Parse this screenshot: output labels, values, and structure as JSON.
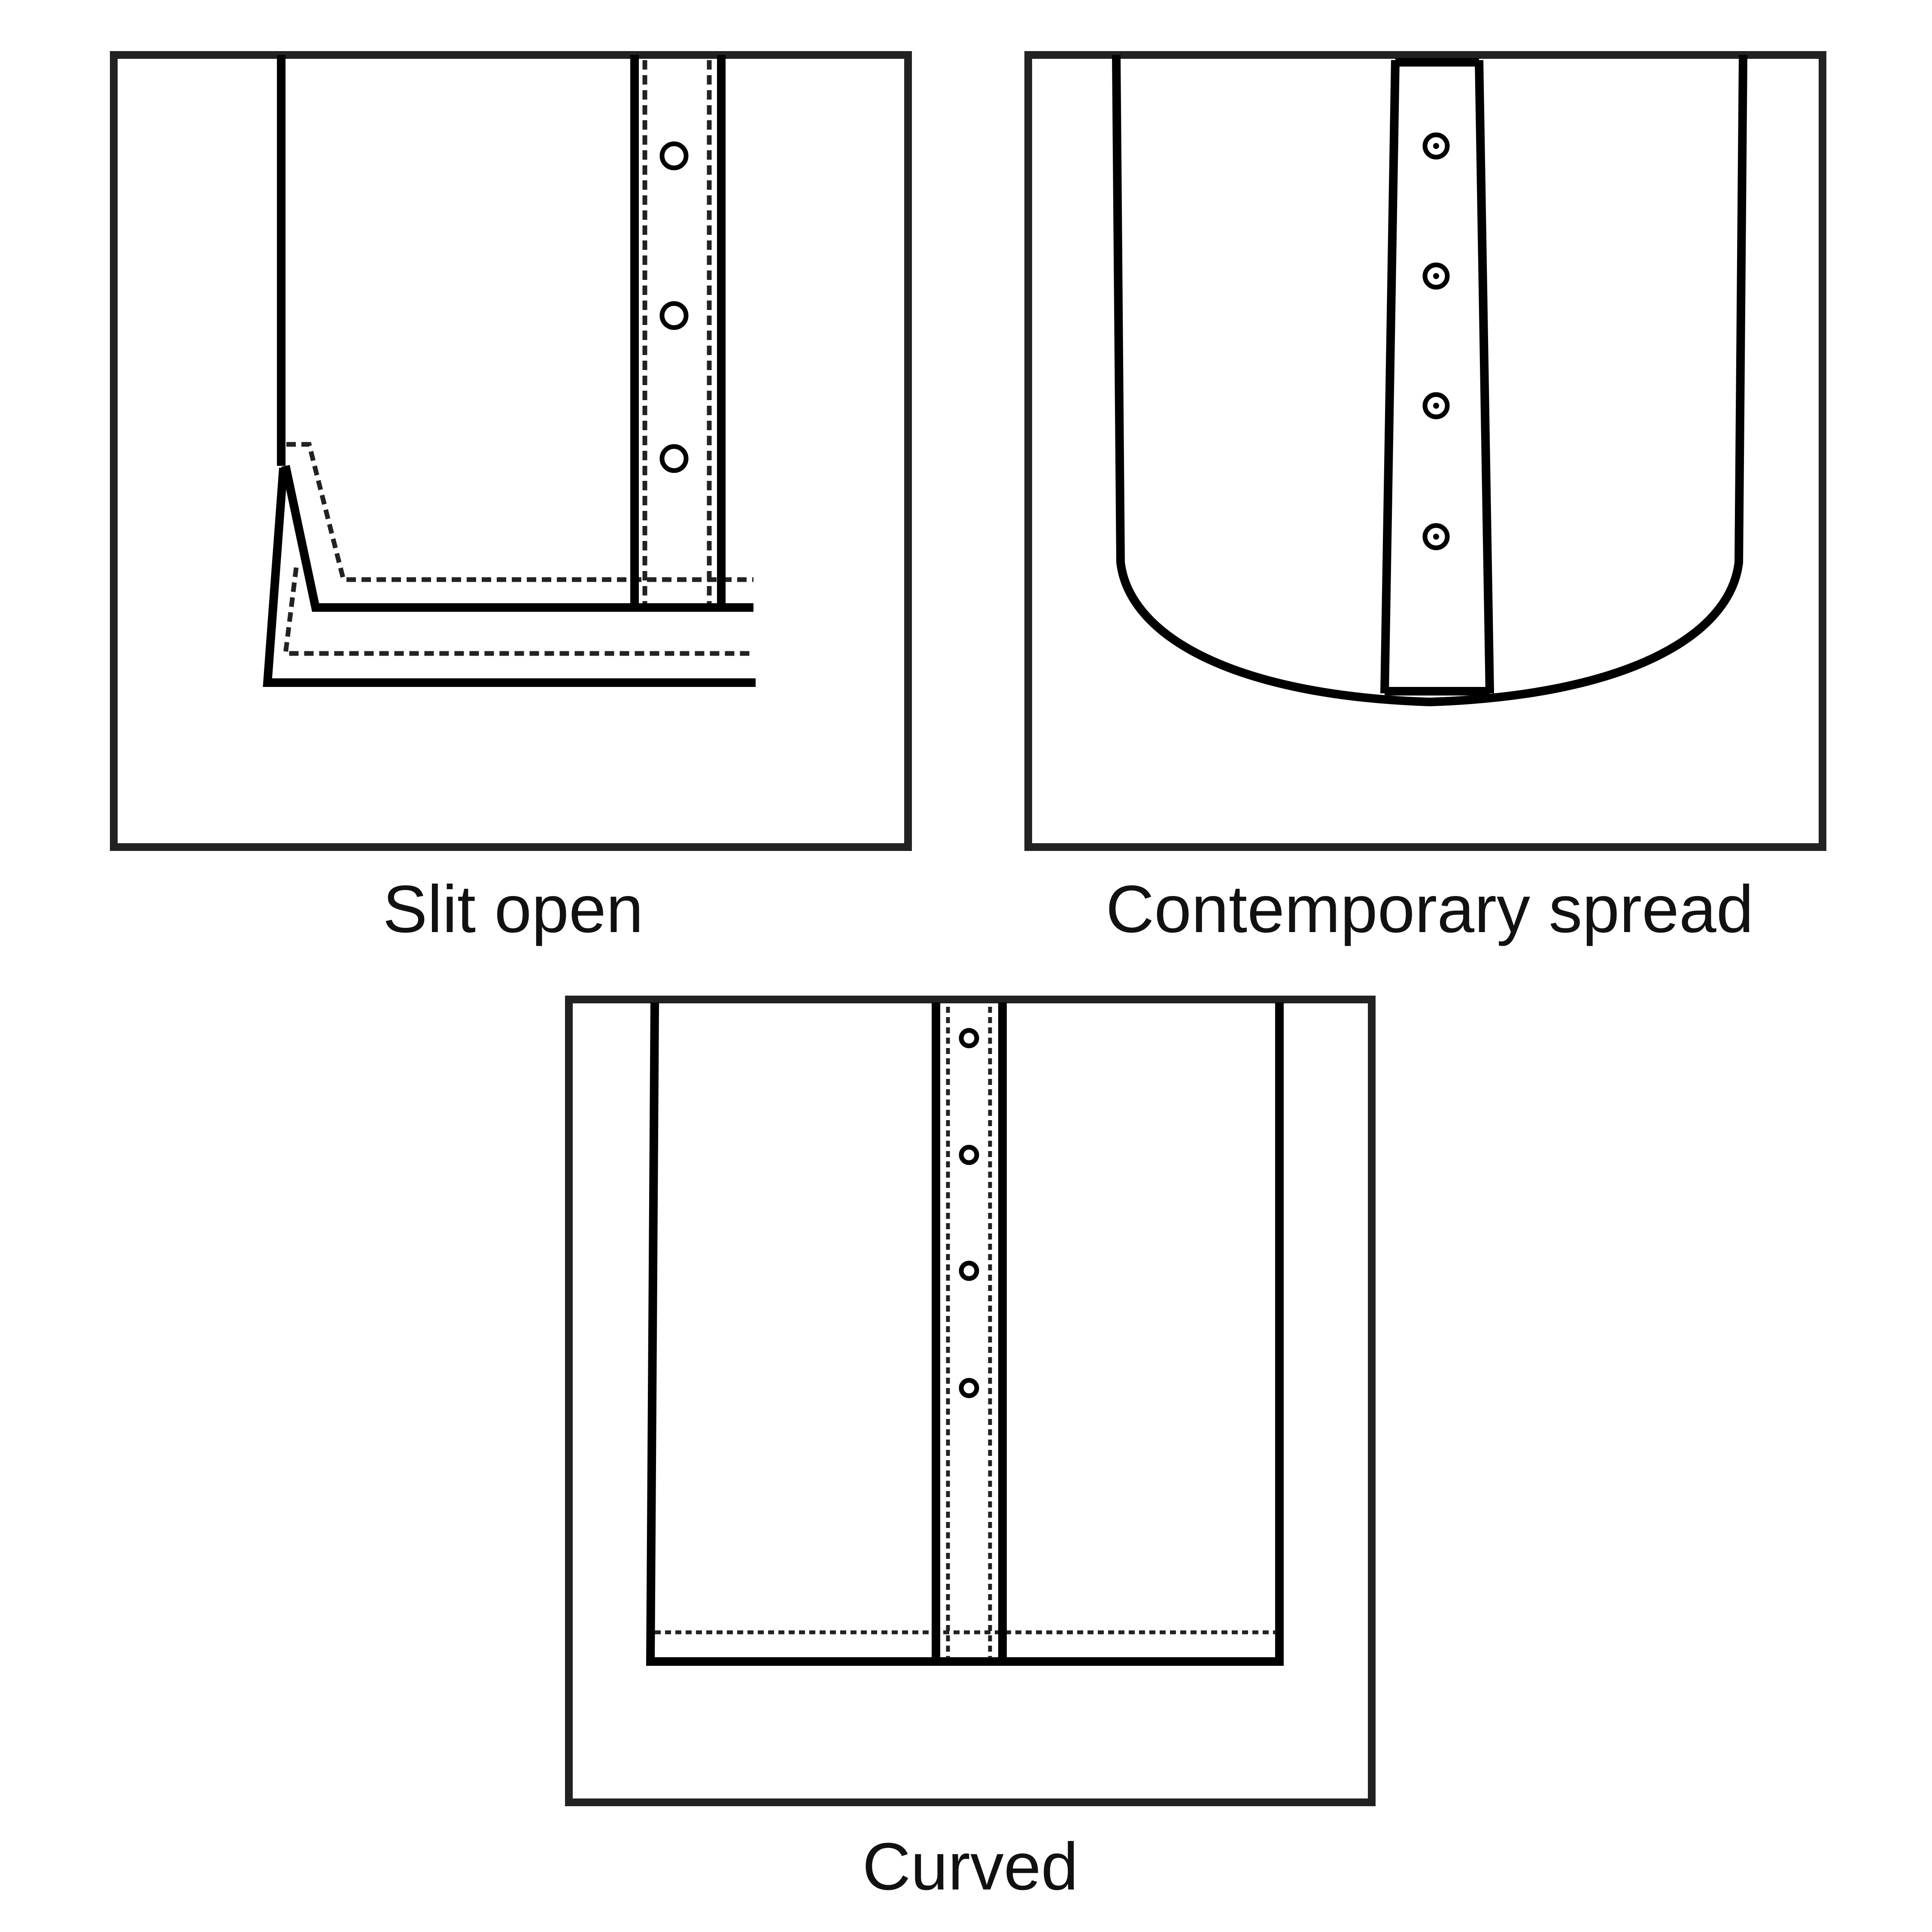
{
  "panels": [
    {
      "id": "slit-open",
      "caption": "Slit open",
      "buttons": 3
    },
    {
      "id": "contemporary-spread",
      "caption": "Contemporary spread",
      "buttons": 4
    },
    {
      "id": "curved",
      "caption": "Curved",
      "buttons": 4
    }
  ],
  "colors": {
    "line": "#000000",
    "frame": "#222222",
    "background": "#ffffff"
  }
}
